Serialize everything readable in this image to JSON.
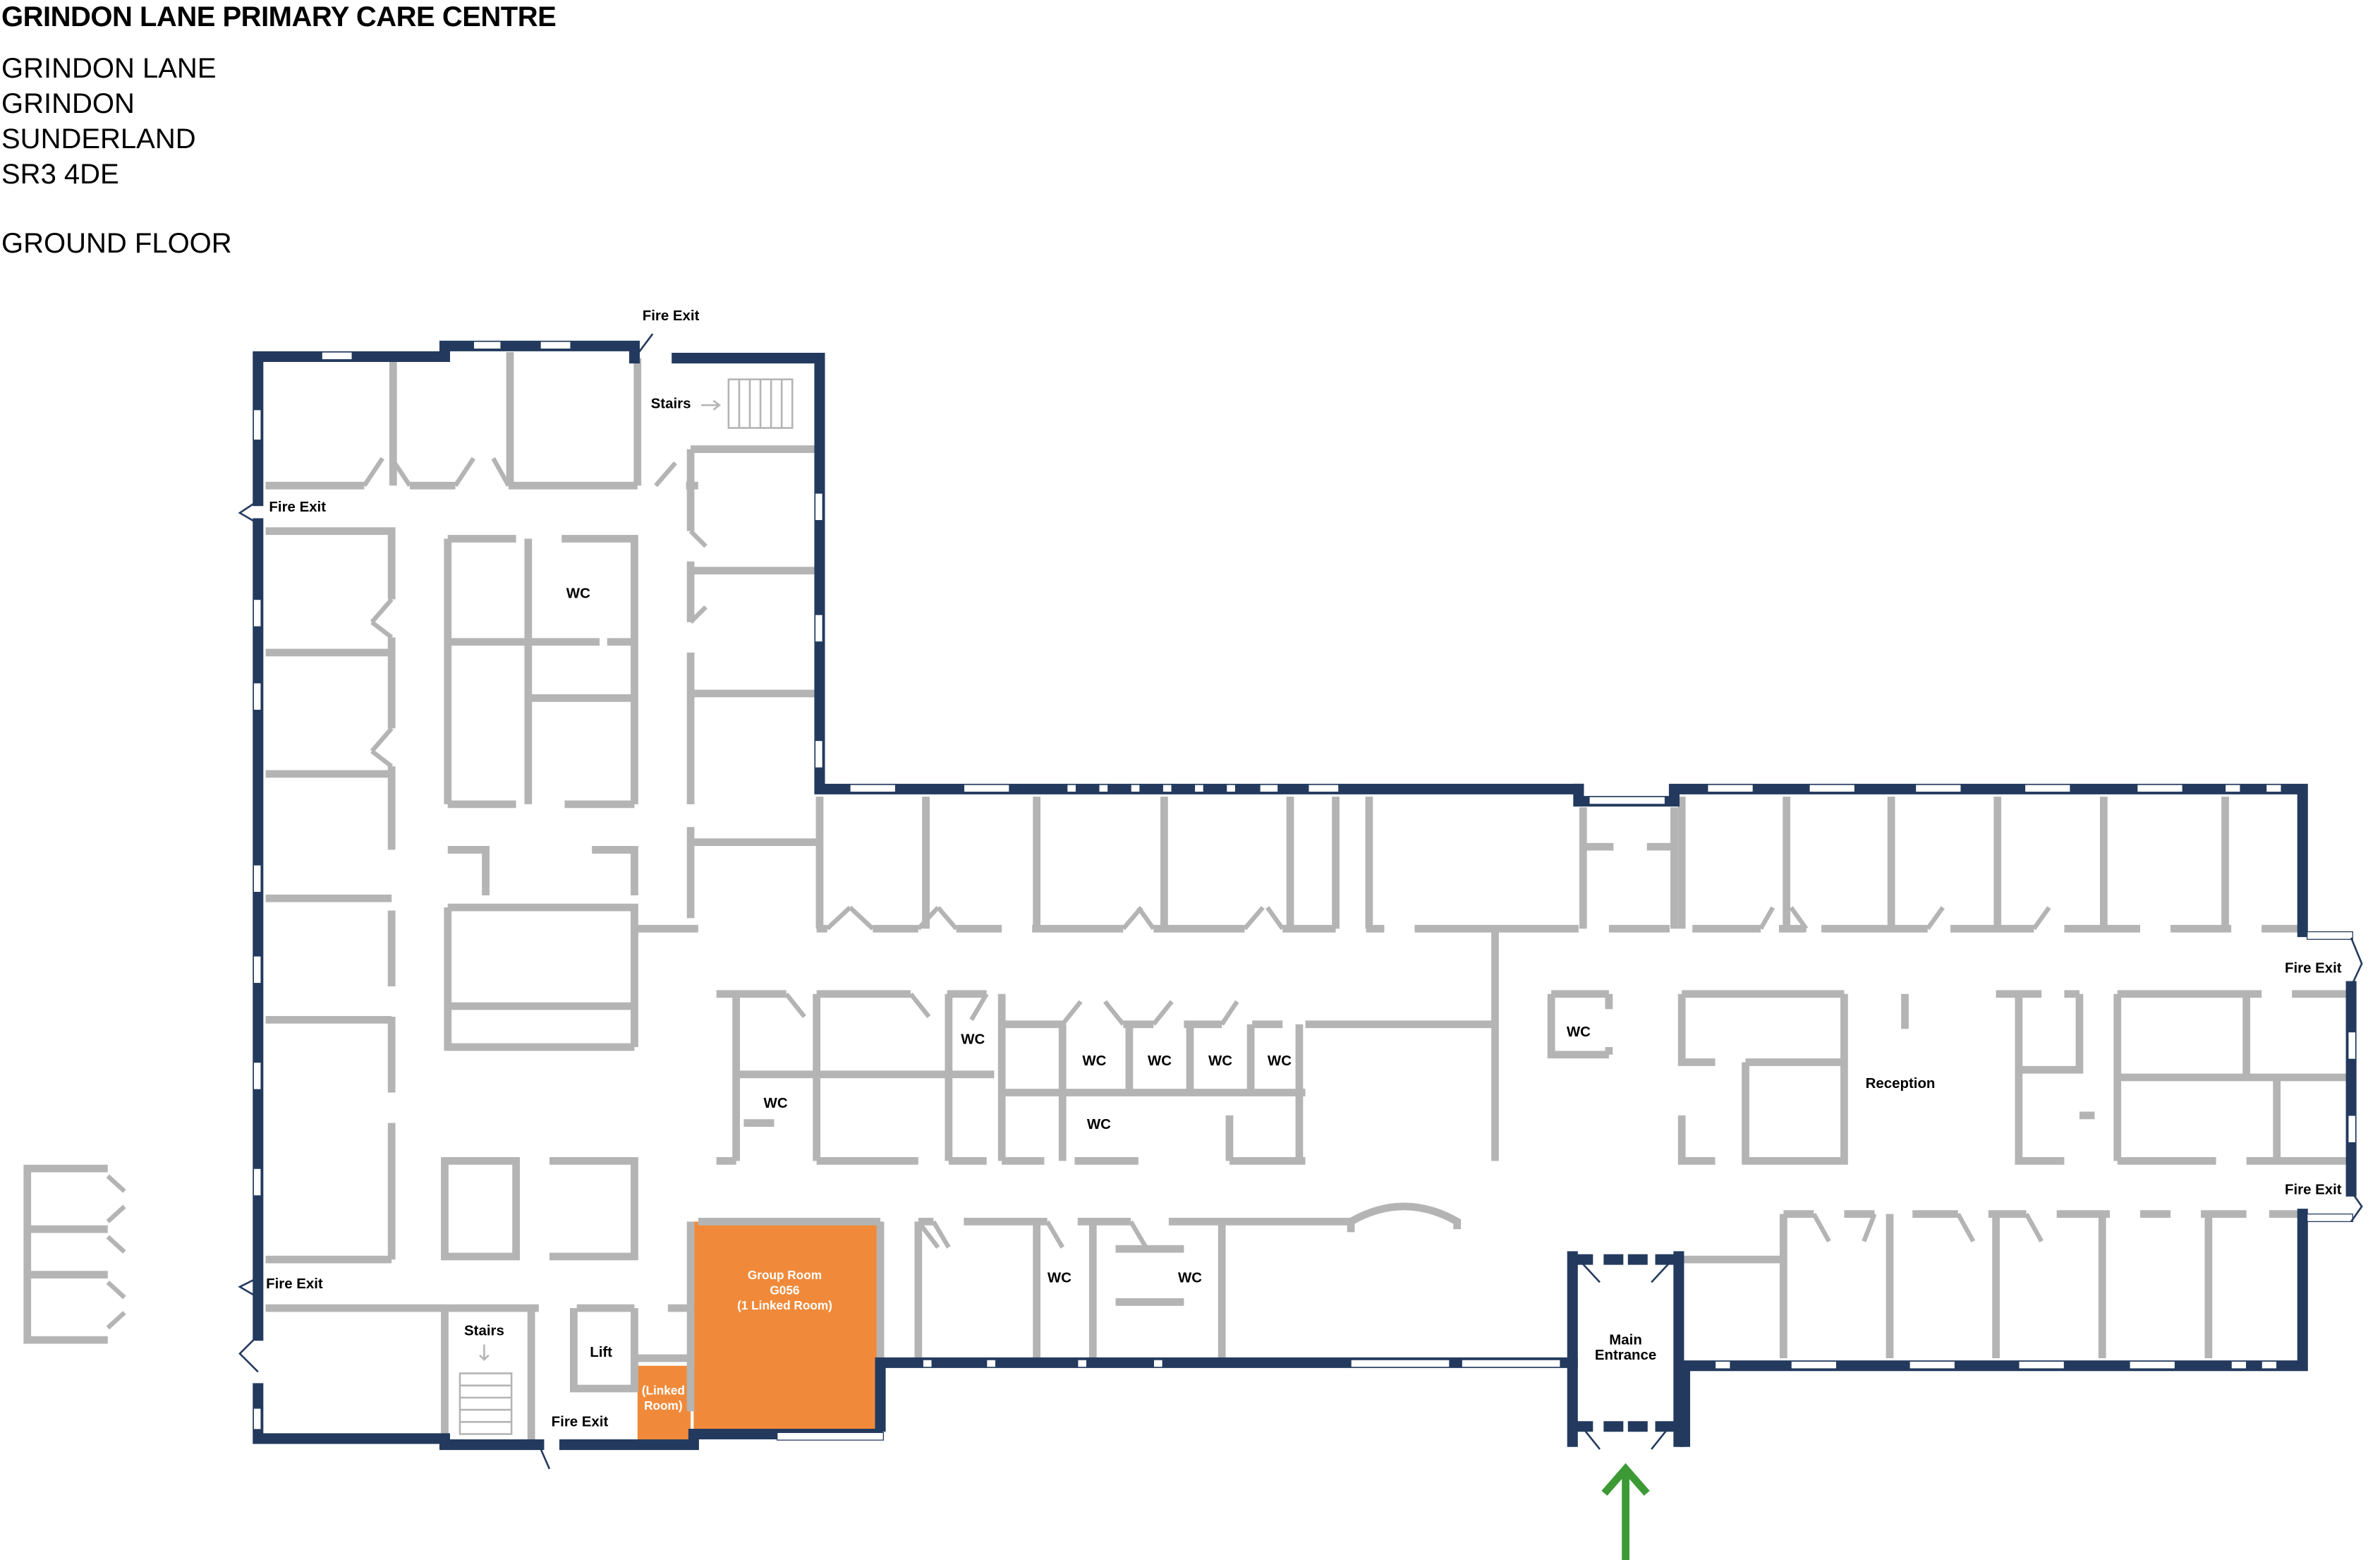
{
  "header": {
    "title": "GRINDON LANE PRIMARY CARE CENTRE",
    "address_lines": [
      "GRINDON LANE",
      "GRINDON",
      "SUNDERLAND",
      "SR3 4DE"
    ],
    "floor": "GROUND FLOOR"
  },
  "colors": {
    "exterior_wall": "#233a5e",
    "interior_wall": "#b4b4b4",
    "highlight_room": "#f08a3a",
    "entrance_arrow": "#3c9a35"
  },
  "labels": {
    "fire_exit_top": "Fire Exit",
    "fire_exit_left_upper": "Fire Exit",
    "fire_exit_left_lower": "Fire Exit",
    "fire_exit_bottom": "Fire Exit",
    "fire_exit_right_upper": "Fire Exit",
    "fire_exit_right_lower": "Fire Exit",
    "stairs_top": "Stairs",
    "stairs_bottom": "Stairs",
    "lift": "Lift",
    "reception": "Reception",
    "main_entrance_line1": "Main",
    "main_entrance_line2": "Entrance",
    "wc": "WC"
  },
  "highlighted_rooms": {
    "group_room": {
      "name": "Group Room",
      "code": "G056",
      "note": "(1 Linked Room)"
    },
    "linked_room": {
      "line1": "(Linked",
      "line2": "Room)"
    }
  },
  "wc_rooms": [
    {
      "id": "wc-1",
      "label": "WC"
    },
    {
      "id": "wc-2",
      "label": "WC"
    },
    {
      "id": "wc-3",
      "label": "WC"
    },
    {
      "id": "wc-4",
      "label": "WC"
    },
    {
      "id": "wc-5",
      "label": "WC"
    },
    {
      "id": "wc-6",
      "label": "WC"
    },
    {
      "id": "wc-7",
      "label": "WC"
    },
    {
      "id": "wc-8",
      "label": "WC"
    },
    {
      "id": "wc-9",
      "label": "WC"
    },
    {
      "id": "wc-10",
      "label": "WC"
    },
    {
      "id": "wc-11",
      "label": "WC"
    }
  ]
}
